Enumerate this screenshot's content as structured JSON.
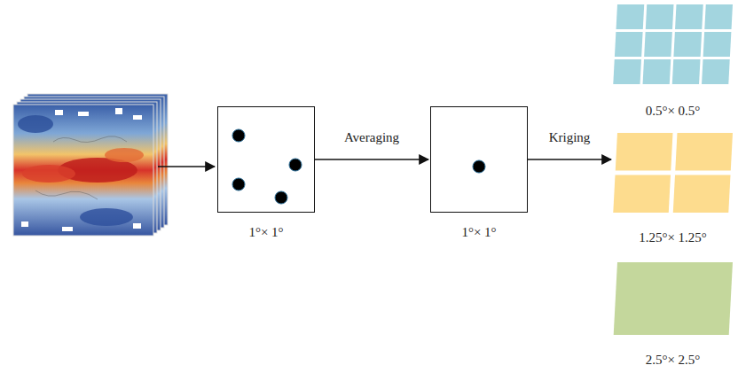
{
  "diagram": {
    "nodes": [
      {
        "text": [
          "1°× 1°"
        ]
      },
      {
        "text": [
          "1°× 1°"
        ]
      },
      {
        "text": [
          "0.5°× 0.5°"
        ]
      },
      {
        "text": [
          "1.25°× 1.25°"
        ]
      },
      {
        "text": [
          "2.5°× 2.5°"
        ]
      }
    ],
    "edges": [
      {
        "from": 0,
        "to": 1,
        "label": "Averaging",
        "arrow": "to"
      },
      {
        "from": 1,
        "to": 3,
        "label": "Kriging",
        "arrow": "to"
      }
    ]
  }
}
